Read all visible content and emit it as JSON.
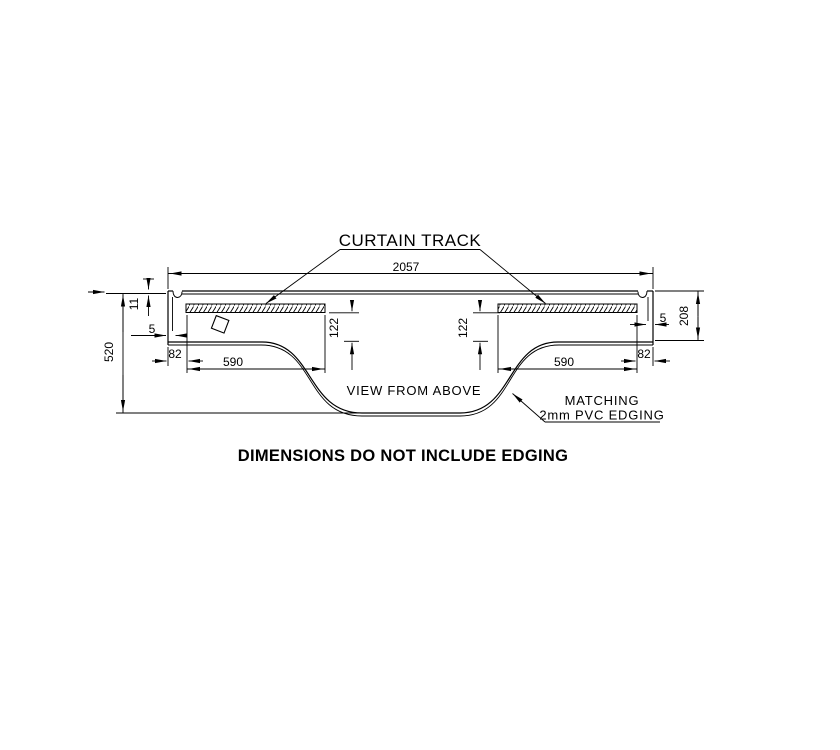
{
  "drawing": {
    "labels": {
      "curtain_track": "CURTAIN TRACK",
      "view_from_above": "VIEW FROM ABOVE",
      "edging_note_line1": "MATCHING",
      "edging_note_line2": "2mm PVC EDGING",
      "footer_note": "DIMENSIONS DO NOT INCLUDE EDGING"
    },
    "dimensions": {
      "overall_width": "2057",
      "overall_depth": "520",
      "end_depth": "208",
      "top_edge_gap": "11",
      "left_edge_gap": "5",
      "right_edge_gap": "5",
      "left_track_offset": "82",
      "right_track_offset": "82",
      "left_track_length": "590",
      "right_track_length": "590",
      "left_track_to_front": "122",
      "right_track_to_front": "122"
    },
    "colors": {
      "line": "#000000",
      "background": "#ffffff"
    }
  }
}
